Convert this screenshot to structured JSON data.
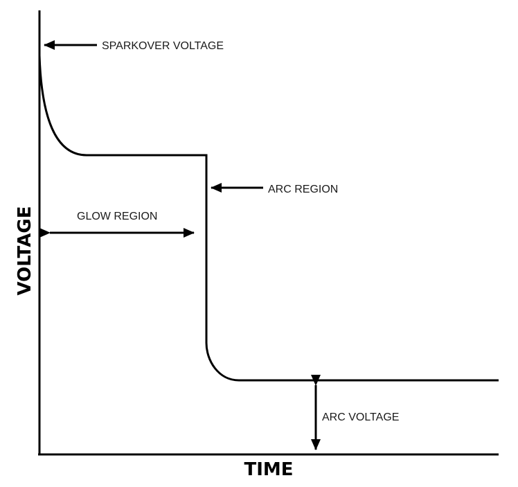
{
  "diagram": {
    "axis_x_label": "TIME",
    "axis_y_label": "VOLTAGE",
    "annotations": {
      "sparkover": "SPARKOVER VOLTAGE",
      "glow": "GLOW REGION",
      "arc_region": "ARC REGION",
      "arc_voltage": "ARC VOLTAGE"
    },
    "line_color": "#000000"
  }
}
